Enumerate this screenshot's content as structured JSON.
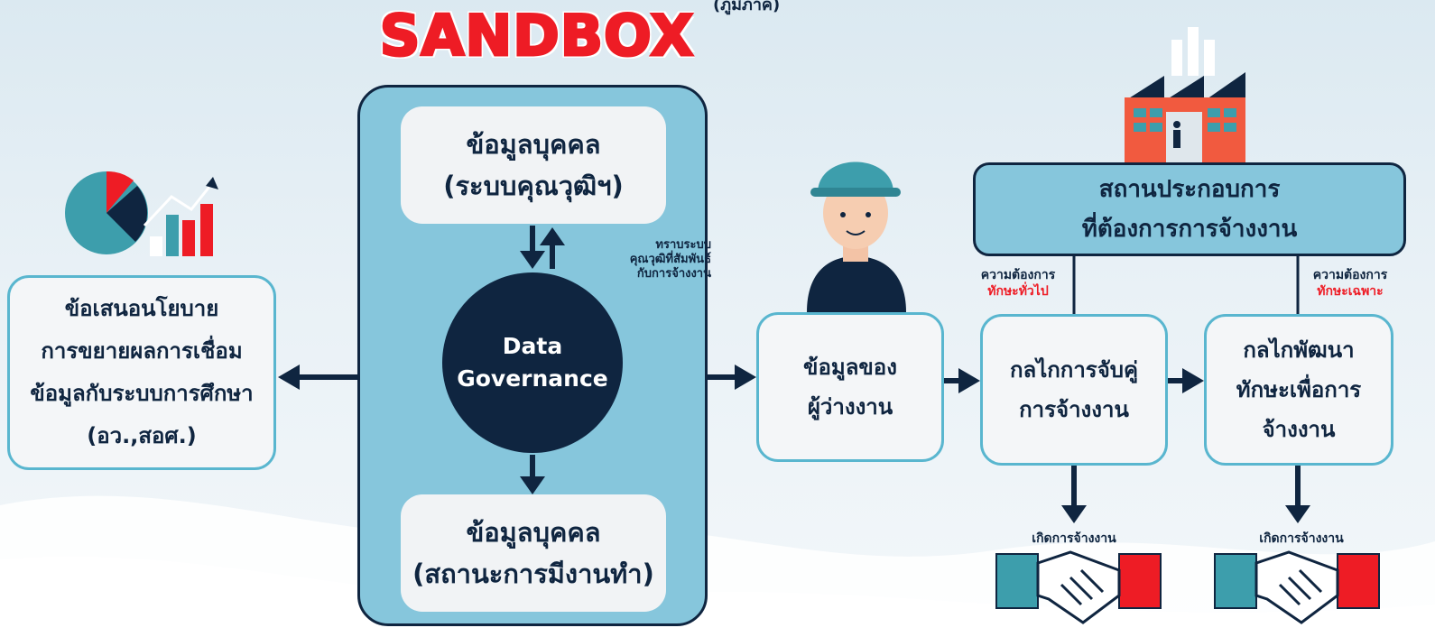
{
  "title": "SANDBOX",
  "title_sub": "(ภูมิภาค)",
  "colors": {
    "navy": "#0f2540",
    "teal_panel": "#86c6dc",
    "card_outline": "#59b6cf",
    "red": "#ee1c25",
    "teal_chart": "#3d9eac"
  },
  "sandbox": {
    "top_card": {
      "line1": "ข้อมูลบุคคล",
      "line2": "(ระบบคุณวุฒิฯ)"
    },
    "know_note": {
      "line1": "ทราบระบบ",
      "line2": "คุณวุฒิที่สัมพันธ์",
      "line3": "กับการจ้างงาน"
    },
    "center": {
      "line1": "Data",
      "line2": "Governance"
    },
    "bottom_card": {
      "line1": "ข้อมูลบุคคล",
      "line2": "(สถานะการมีงานทำ)"
    }
  },
  "policy": {
    "line1": "ข้อเสนอนโยบาย",
    "line2": "การขยายผลการเชื่อม",
    "line3": "ข้อมูลกับระบบการศึกษา",
    "line4": "(อว.,สอศ.)"
  },
  "job_seeker": {
    "line1": "ข้อมูลของ",
    "line2": "ผู้ว่างงาน"
  },
  "employer": {
    "line1": "สถานประกอบการ",
    "line2": "ที่ต้องการการจ้างงาน"
  },
  "need_general": {
    "line1": "ความต้องการ",
    "line2": "ทักษะทั่วไป"
  },
  "need_specific": {
    "line1": "ความต้องการ",
    "line2": "ทักษะเฉพาะ"
  },
  "matching": {
    "line1": "กลไกการจับคู่",
    "line2": "การจ้างงาน"
  },
  "skill_dev": {
    "line1": "กลไกพัฒนา",
    "line2": "ทักษะเพื่อการ",
    "line3": "จ้างงาน"
  },
  "hire_label_1": "เกิดการจ้างงาน",
  "hire_label_2": "เกิดการจ้างงาน",
  "icons": [
    "chart-icon",
    "worker-icon",
    "factory-icon",
    "handshake-icon"
  ]
}
